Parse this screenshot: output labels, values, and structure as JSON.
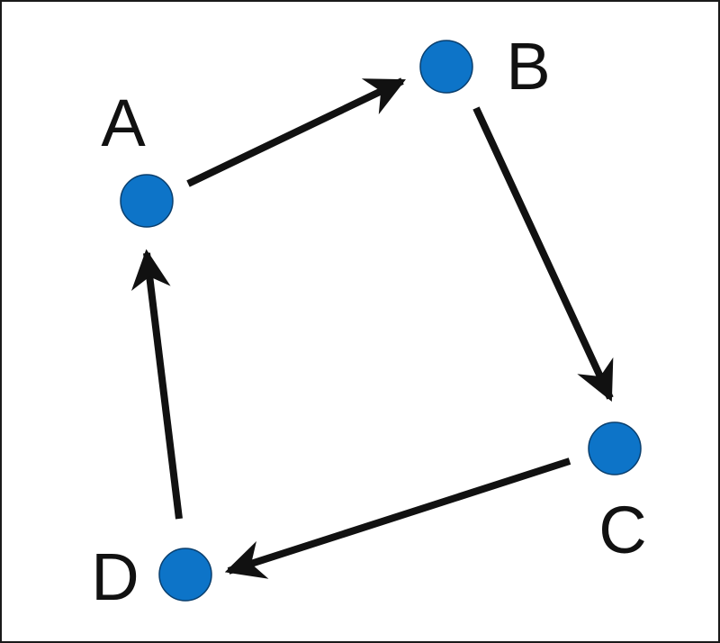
{
  "colors": {
    "node_fill": "#0d74c8",
    "node_stroke": "#0a3f6e",
    "arrow": "#111111",
    "border": "#1a1a1a"
  },
  "nodes": [
    {
      "id": "A",
      "label": "A"
    },
    {
      "id": "B",
      "label": "B"
    },
    {
      "id": "C",
      "label": "C"
    },
    {
      "id": "D",
      "label": "D"
    }
  ],
  "edges": [
    {
      "from": "A",
      "to": "B"
    },
    {
      "from": "B",
      "to": "C"
    },
    {
      "from": "C",
      "to": "D"
    },
    {
      "from": "D",
      "to": "A"
    }
  ]
}
